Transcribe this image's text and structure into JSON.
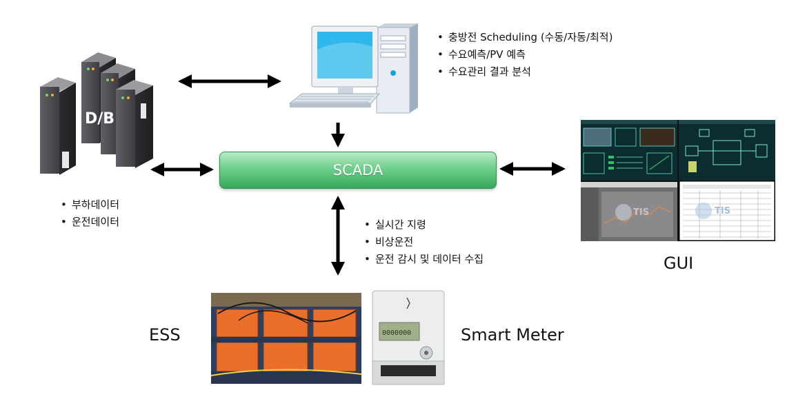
{
  "db": {
    "label": "D/B",
    "bullets": [
      "부하데이터",
      "운전데이터"
    ]
  },
  "pc": {
    "bullets": [
      "충방전 Scheduling (수동/자동/최적)",
      "수요예측/PV 예측",
      "수요관리 결과 분석"
    ]
  },
  "scada": {
    "label": "SCADA"
  },
  "field": {
    "bullets": [
      "실시간 지령",
      "비상운전",
      "운전 감시 및 데이터 수집"
    ]
  },
  "gui": {
    "label": "GUI",
    "watermark": "TIS"
  },
  "ess": {
    "label": "ESS"
  },
  "meter": {
    "label": "Smart Meter",
    "display": "0000000"
  }
}
